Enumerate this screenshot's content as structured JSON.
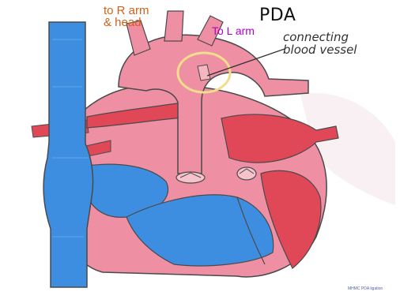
{
  "title": "PDA",
  "labels": {
    "right_arm_head": "to R arm\n& head",
    "left_arm": "To L arm",
    "connecting_vessel": "connecting\nblood vessel"
  },
  "credit": "MHMC PDA ligation",
  "colors": {
    "deoxygenated_blue": "#3d8ee0",
    "oxygenated_pink": "#f08ca0",
    "oxygenated_red": "#e0485a",
    "outline": "#4a4a4a",
    "highlight_circle": "#f2dd8c"
  }
}
